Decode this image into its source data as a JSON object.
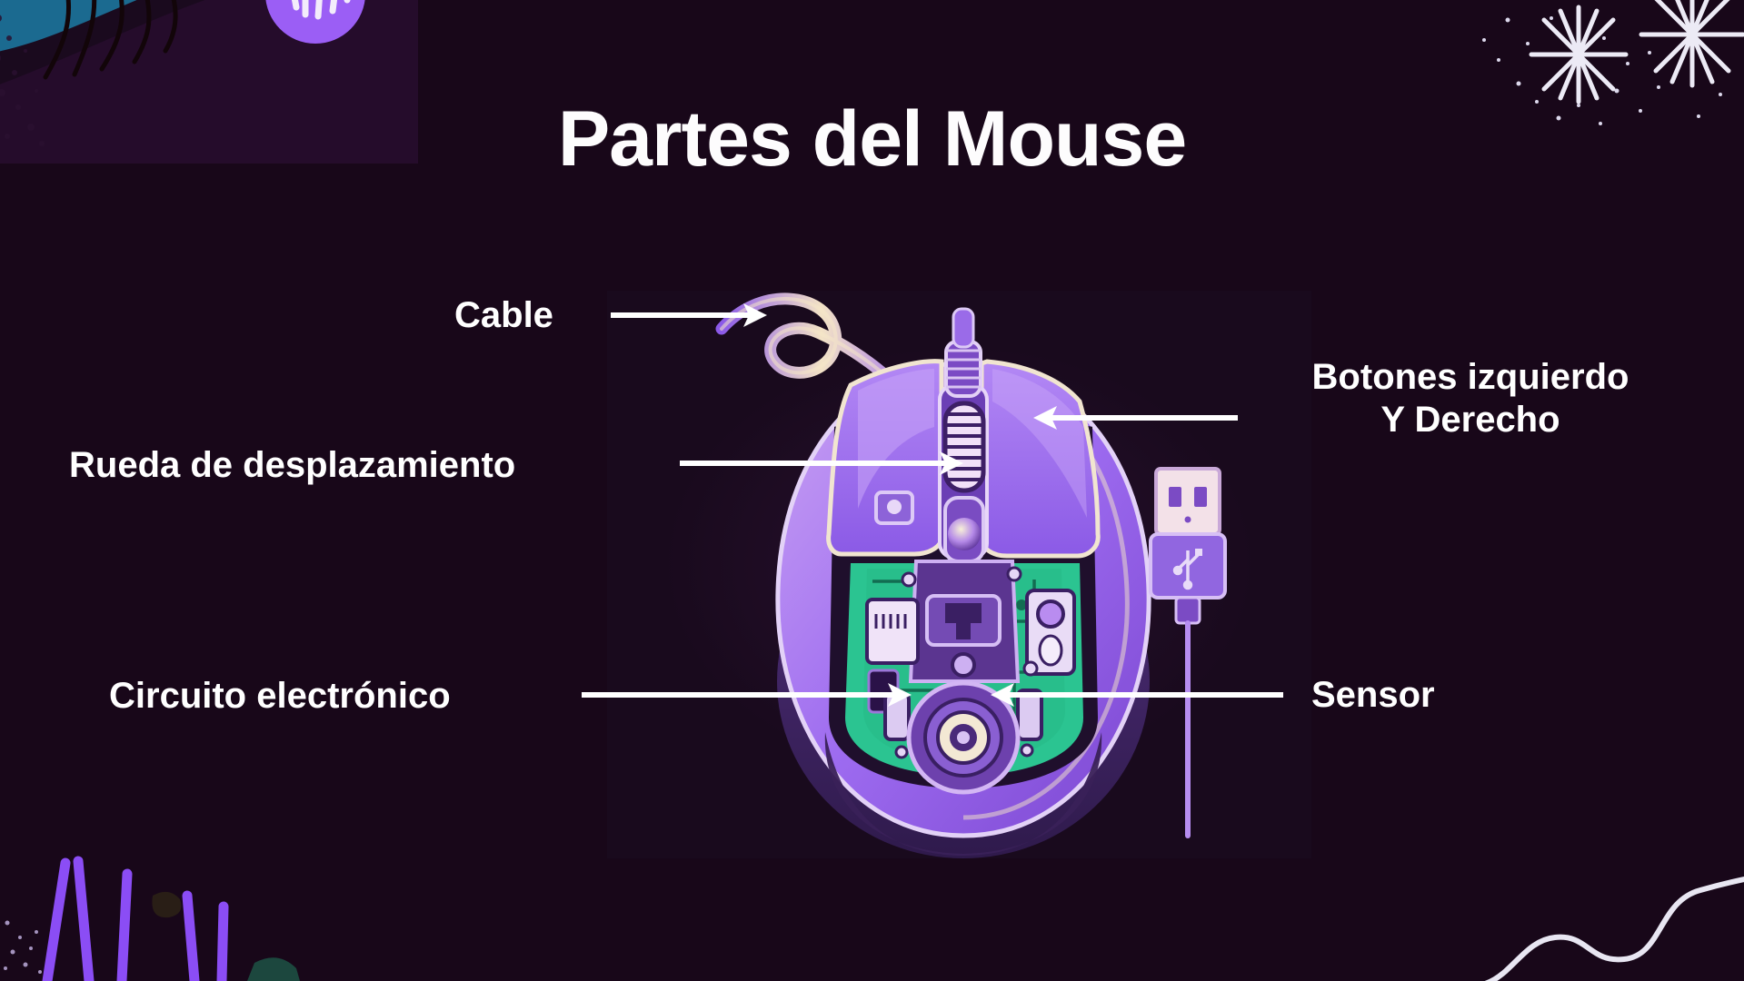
{
  "slide": {
    "title": "Partes del Mouse",
    "background_color": "#180719",
    "panel_color": "#190a1d",
    "text_color": "#ffffff",
    "accent_purple": "#9b6bf0",
    "accent_lavender": "#c9a7f7",
    "accent_green": "#3ddc9a",
    "accent_cream": "#f6e7c8"
  },
  "callouts": [
    {
      "id": "cable",
      "label": "Cable",
      "arrow_direction": "right"
    },
    {
      "id": "scroll",
      "label": "Rueda de desplazamiento",
      "arrow_direction": "right"
    },
    {
      "id": "buttons",
      "label_line1": "Botones izquierdo",
      "label_line2": "Y Derecho",
      "arrow_direction": "left"
    },
    {
      "id": "circuit",
      "label": "Circuito electrónico",
      "arrow_direction": "right"
    },
    {
      "id": "sensor",
      "label": "Sensor",
      "arrow_direction": "left"
    }
  ],
  "illustration": {
    "name": "cutaway-gaming-mouse",
    "parts": [
      "cable",
      "scroll-wheel",
      "left-button",
      "right-button",
      "circuit-board",
      "sensor",
      "usb-connector"
    ]
  },
  "decorations": [
    {
      "id": "top-left",
      "name": "teal-hill-with-branches-and-purple-moon"
    },
    {
      "id": "top-right",
      "name": "white-starburst-sparkles"
    },
    {
      "id": "bottom-left",
      "name": "purple-light-streaks"
    },
    {
      "id": "bottom-right",
      "name": "white-wavy-squiggle"
    }
  ]
}
